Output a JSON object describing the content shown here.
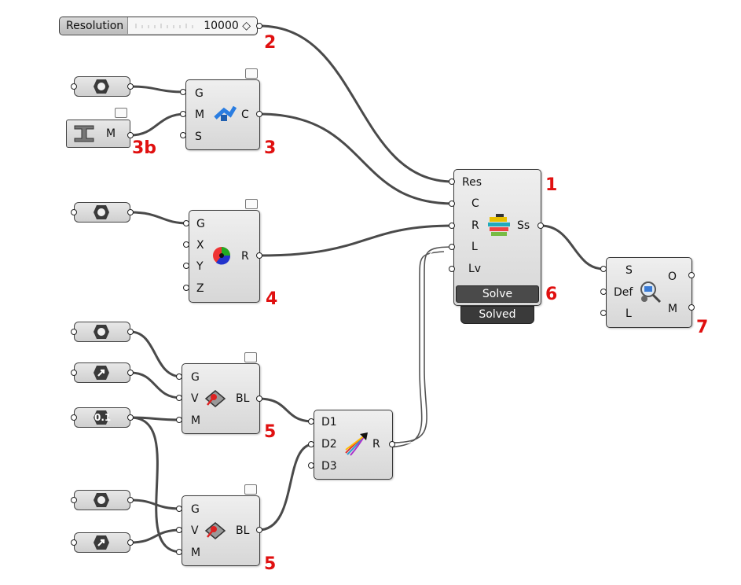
{
  "slider": {
    "label": "Resolution",
    "value": "10000 ◇"
  },
  "components": {
    "c1": {
      "inputs": [
        "Res",
        "C",
        "R",
        "L",
        "Lv"
      ],
      "output": "Ss",
      "solve_button": "Solve",
      "status": "Solved",
      "icon": "solver-icon"
    },
    "c3": {
      "inputs": [
        "G",
        "M",
        "S"
      ],
      "output": "C",
      "icon": "cross-section-icon"
    },
    "c4": {
      "inputs": [
        "G",
        "X",
        "Y",
        "Z"
      ],
      "output": "R",
      "icon": "rotation-restraint-icon"
    },
    "c5a": {
      "inputs": [
        "G",
        "V",
        "M"
      ],
      "output": "BL",
      "icon": "beam-load-icon"
    },
    "c5b": {
      "inputs": [
        "G",
        "V",
        "M"
      ],
      "output": "BL",
      "icon": "beam-load-icon"
    },
    "merge": {
      "inputs": [
        "D1",
        "D2",
        "D3"
      ],
      "output": "R",
      "icon": "merge-arrow-icon"
    },
    "c7": {
      "inputs": [
        "S",
        "Def",
        "L"
      ],
      "outputs": [
        "O",
        "M"
      ],
      "icon": "inspect-icon"
    }
  },
  "params": {
    "material": {
      "label": "M",
      "icon": "i-beam-icon"
    },
    "number": {
      "value": "0.1"
    }
  },
  "markers": {
    "m1": "1",
    "m2": "2",
    "m3": "3",
    "m3b": "3b",
    "m4": "4",
    "m5a": "5",
    "m5b": "5",
    "m6": "6",
    "m7": "7"
  },
  "colors": {
    "marker": "#e01010",
    "wire": "#444444",
    "button": "#4a4a4a"
  }
}
